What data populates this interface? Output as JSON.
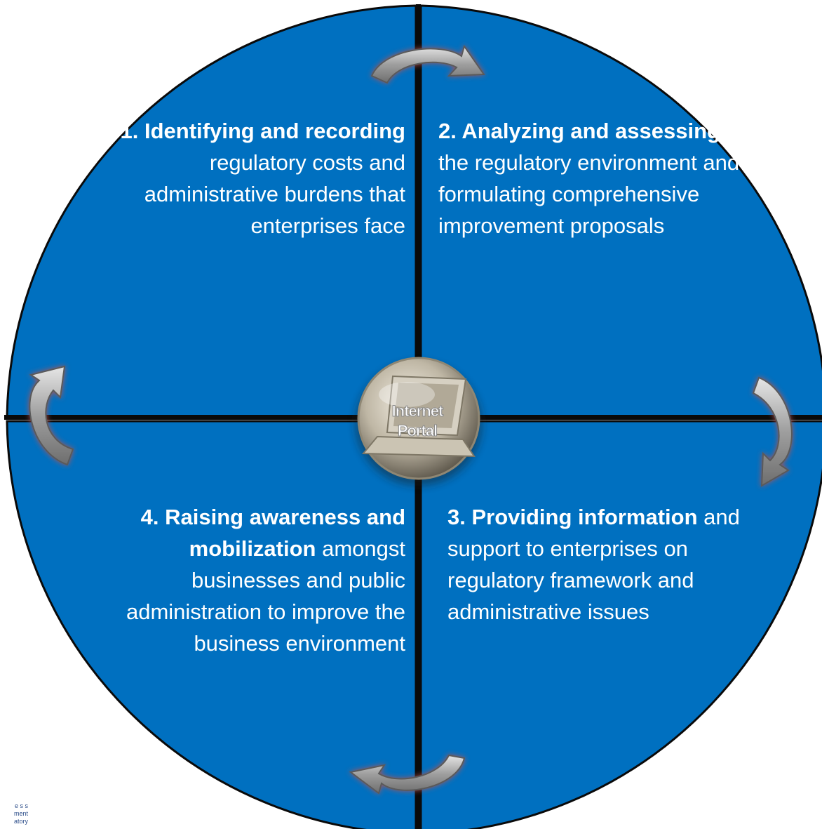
{
  "quadrants": {
    "q1": {
      "bold": "1. Identifying and recording",
      "rest": " regulatory costs and administrative burdens that enterprises face"
    },
    "q2": {
      "bold": "2. Analyzing and assessing",
      "rest": " the regulatory environment and formulating comprehensive improvement proposals"
    },
    "q3": {
      "bold": "3. Providing information",
      "rest": " and support to enterprises on regulatory framework and administrative issues"
    },
    "q4": {
      "bold": "4. Raising awareness and mobilization",
      "rest": " amongst businesses and public administration to improve the business environment"
    }
  },
  "center": {
    "line1": "Internet",
    "line2": "Portal"
  },
  "logo": {
    "line1": "e s s",
    "line2": "ment",
    "line3": "atory"
  },
  "colors": {
    "quadrant_fill": "#0070c0",
    "divider": "#0a0a0a",
    "arrow": "#9a9a9a",
    "text": "#ffffff"
  },
  "icons": {
    "center": "laptop-icon",
    "arrows": "curved-arrow-icon"
  }
}
